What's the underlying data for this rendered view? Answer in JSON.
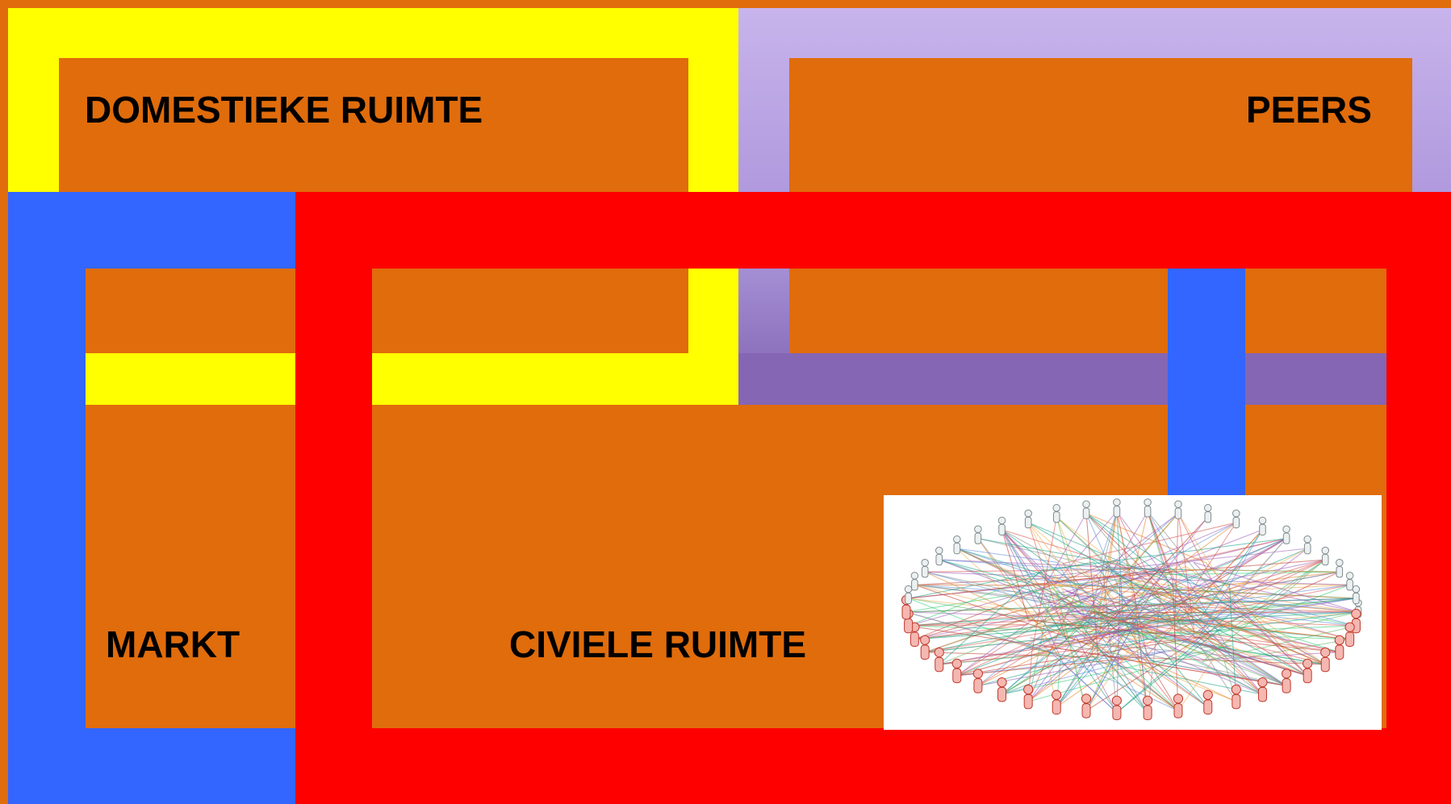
{
  "colors": {
    "background": "#e06c0c",
    "domestic": "#ffff00",
    "peers_top": "#c8b4ec",
    "peers_bottom": "#8466b4",
    "market": "#3366ff",
    "civil": "#ff0000"
  },
  "labels": {
    "domestic": "DOMESTIEKE RUIMTE",
    "peers": "PEERS",
    "market": "MARKT",
    "civil": "CIVIELE RUIMTE"
  },
  "image": {
    "name": "people-network-illustration"
  }
}
